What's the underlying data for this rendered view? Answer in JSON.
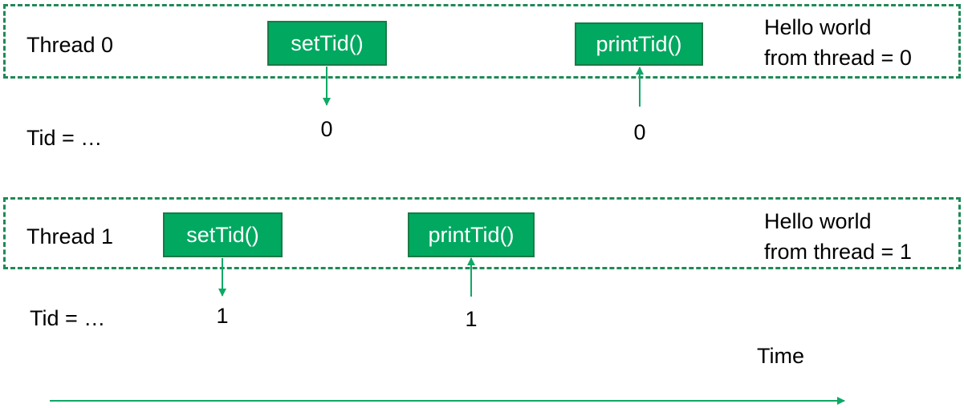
{
  "threads": [
    {
      "label": "Thread 0",
      "set_button": "setTid()",
      "print_button": "printTid()",
      "tid_label": "Tid = …",
      "set_value": "0",
      "print_value": "0",
      "output_line1": "Hello world",
      "output_line2": "from thread = 0"
    },
    {
      "label": "Thread 1",
      "set_button": "setTid()",
      "print_button": "printTid()",
      "tid_label": "Tid = …",
      "set_value": "1",
      "print_value": "1",
      "output_line1": "Hello world",
      "output_line2": "from thread = 1"
    }
  ],
  "time_label": "Time",
  "colors": {
    "box_fill": "#00a860",
    "box_border": "#1a7a46",
    "lane_border": "#1f8a55",
    "arrow": "#0fa866"
  }
}
